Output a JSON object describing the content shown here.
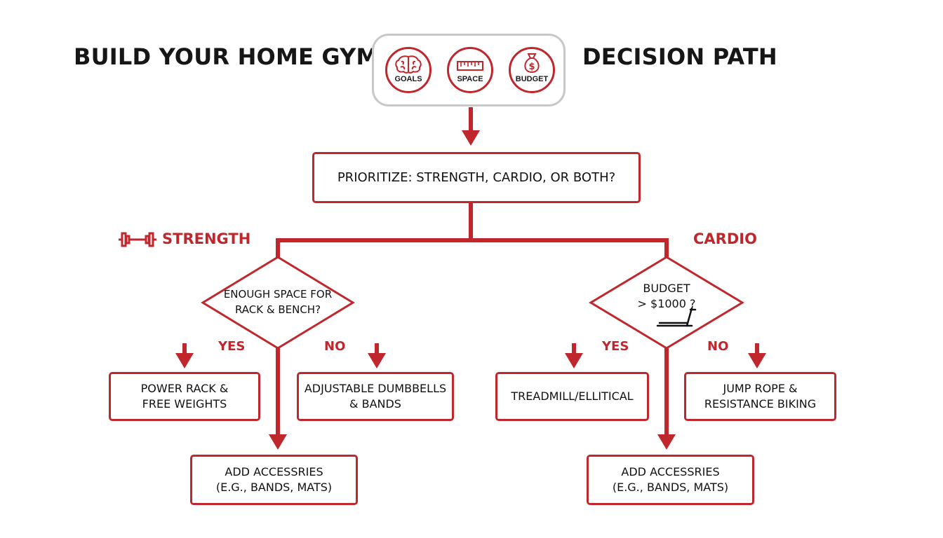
{
  "title": {
    "left": "BUILD YOUR HOME GYM:",
    "right": "DECISION PATH"
  },
  "header_icons": [
    {
      "label": "GOALS",
      "icon": "brain-icon"
    },
    {
      "label": "SPACE",
      "icon": "ruler-icon"
    },
    {
      "label": "BUDGET",
      "icon": "money-bag-icon"
    }
  ],
  "prioritize": "PRIORITIZE: STRENGTH, CARDIO, OR BOTH?",
  "strength": {
    "label": "STRENGTH",
    "icon": "dumbbell-icon",
    "question_line1": "ENOUGH SPACE FOR",
    "question_line2": "RACK & BENCH?",
    "yes_label": "YES",
    "no_label": "NO",
    "yes_line1": "POWER RACK &",
    "yes_line2": "FREE WEIGHTS",
    "no_line1": "ADJUSTABLE DUMBBELLS",
    "no_line2": "& BANDS",
    "accessories_line1": "ADD ACCESSRIES",
    "accessories_line2": "(E.G., BANDS, MATS)"
  },
  "cardio": {
    "label": "CARDIO",
    "question_line1": "BUDGET",
    "question_line2": "> $1000 ?",
    "question_icon": "treadmill-icon",
    "yes_label": "YES",
    "no_label": "NO",
    "yes_line1": "TREADMILL/ELLITICAL",
    "no_line1": "JUMP ROPE &",
    "no_line2": "RESISTANCE BIKING",
    "accessories_line1": "ADD ACCESSRIES",
    "accessories_line2": "(E.G., BANDS, MATS)"
  },
  "colors": {
    "accent": "#c0272d",
    "panel_border": "#c8c8c8",
    "text": "#111111"
  }
}
